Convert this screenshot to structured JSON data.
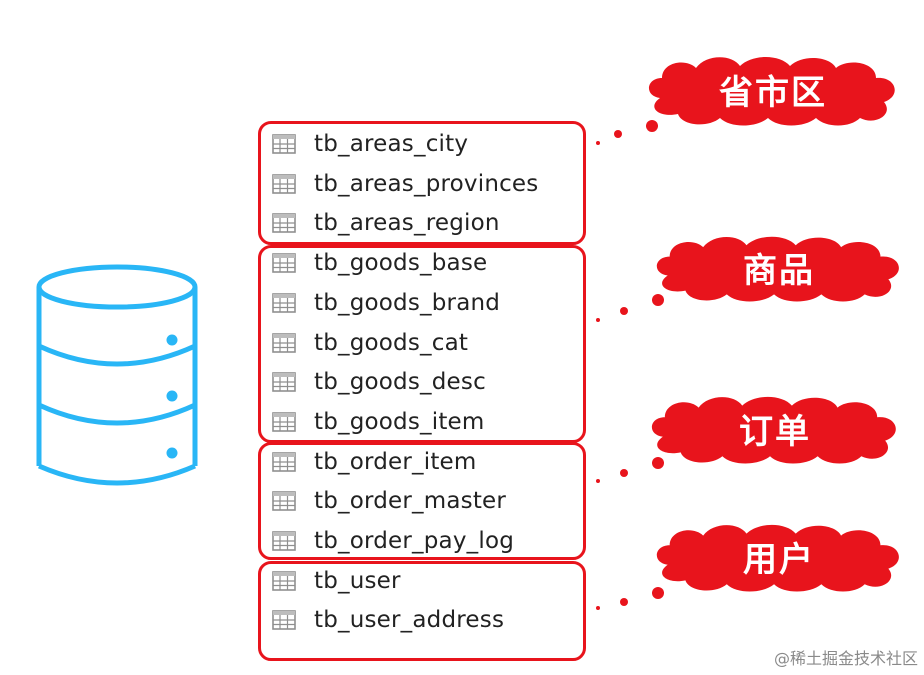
{
  "colors": {
    "accent_red": "#e8141c",
    "database_blue": "#29b6f6",
    "table_icon_gray": "#8f8f8f",
    "text": "#222222"
  },
  "database": {
    "icon": "database-icon"
  },
  "groups": [
    {
      "label": "省市区",
      "tables": [
        "tb_areas_city",
        "tb_areas_provinces",
        "tb_areas_region"
      ]
    },
    {
      "label": "商品",
      "tables": [
        "tb_goods_base",
        "tb_goods_brand",
        "tb_goods_cat",
        "tb_goods_desc",
        "tb_goods_item"
      ]
    },
    {
      "label": "订单",
      "tables": [
        "tb_order_item",
        "tb_order_master",
        "tb_order_pay_log"
      ]
    },
    {
      "label": "用户",
      "tables": [
        "tb_user",
        "tb_user_address"
      ]
    }
  ],
  "watermark": "@稀土掘金技术社区"
}
